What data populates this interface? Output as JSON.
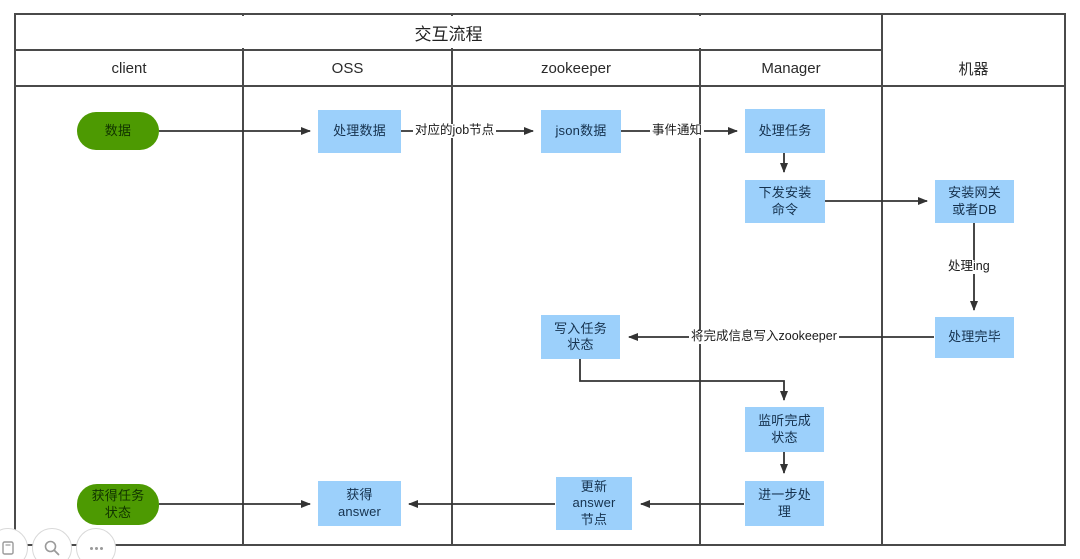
{
  "diagram": {
    "title": "交互流程",
    "lanes": [
      {
        "name": "client"
      },
      {
        "name": "OSS"
      },
      {
        "name": "zookeeper"
      },
      {
        "name": "Manager"
      },
      {
        "name": "机器"
      }
    ],
    "colors": {
      "process_fill": "#9CD0FB",
      "terminator_fill": "#4D9A02",
      "line": "#333333",
      "border": "#4a4a4a"
    },
    "nodes": [
      {
        "id": "data",
        "lane": "client",
        "type": "terminator",
        "text": "数据"
      },
      {
        "id": "handle-data",
        "lane": "OSS",
        "type": "process",
        "text": "处理数据"
      },
      {
        "id": "json-data",
        "lane": "zookeeper",
        "type": "process",
        "text": "json数据"
      },
      {
        "id": "handle-task",
        "lane": "Manager",
        "type": "process",
        "text": "处理任务"
      },
      {
        "id": "send-install",
        "lane": "Manager",
        "type": "process",
        "line1": "下发安装",
        "line2": "命令"
      },
      {
        "id": "install-gw",
        "lane": "机器",
        "type": "process",
        "line1": "安装网关",
        "line2": "或者DB"
      },
      {
        "id": "handle-done",
        "lane": "机器",
        "type": "process",
        "text": "处理完毕"
      },
      {
        "id": "write-status",
        "lane": "zookeeper",
        "type": "process",
        "line1": "写入任务",
        "line2": "状态"
      },
      {
        "id": "watch-done",
        "lane": "Manager",
        "type": "process",
        "line1": "监听完成",
        "line2": "状态"
      },
      {
        "id": "further-handle",
        "lane": "Manager",
        "type": "process",
        "line1": "进一步处",
        "line2": "理"
      },
      {
        "id": "update-answer",
        "lane": "zookeeper",
        "type": "process",
        "line1": "更新",
        "line2": "answer",
        "line3": "节点"
      },
      {
        "id": "get-answer",
        "lane": "OSS",
        "type": "process",
        "line1": "获得",
        "line2": "answer"
      },
      {
        "id": "get-task-status",
        "lane": "client",
        "type": "terminator",
        "line1": "获得任务",
        "line2": "状态"
      }
    ],
    "edge_labels": [
      {
        "id": "job-node",
        "text": "对应的job节点"
      },
      {
        "id": "event-notify",
        "text": "事件通知"
      },
      {
        "id": "processing",
        "text": "处理ing"
      },
      {
        "id": "write-zk",
        "text": "将完成信息写入zookeeper"
      }
    ]
  },
  "toolbar": {
    "buttons": [
      {
        "id": "fit-page",
        "icon": "page-icon"
      },
      {
        "id": "zoom",
        "icon": "search-icon"
      },
      {
        "id": "more",
        "icon": "ellipsis-icon"
      }
    ]
  }
}
